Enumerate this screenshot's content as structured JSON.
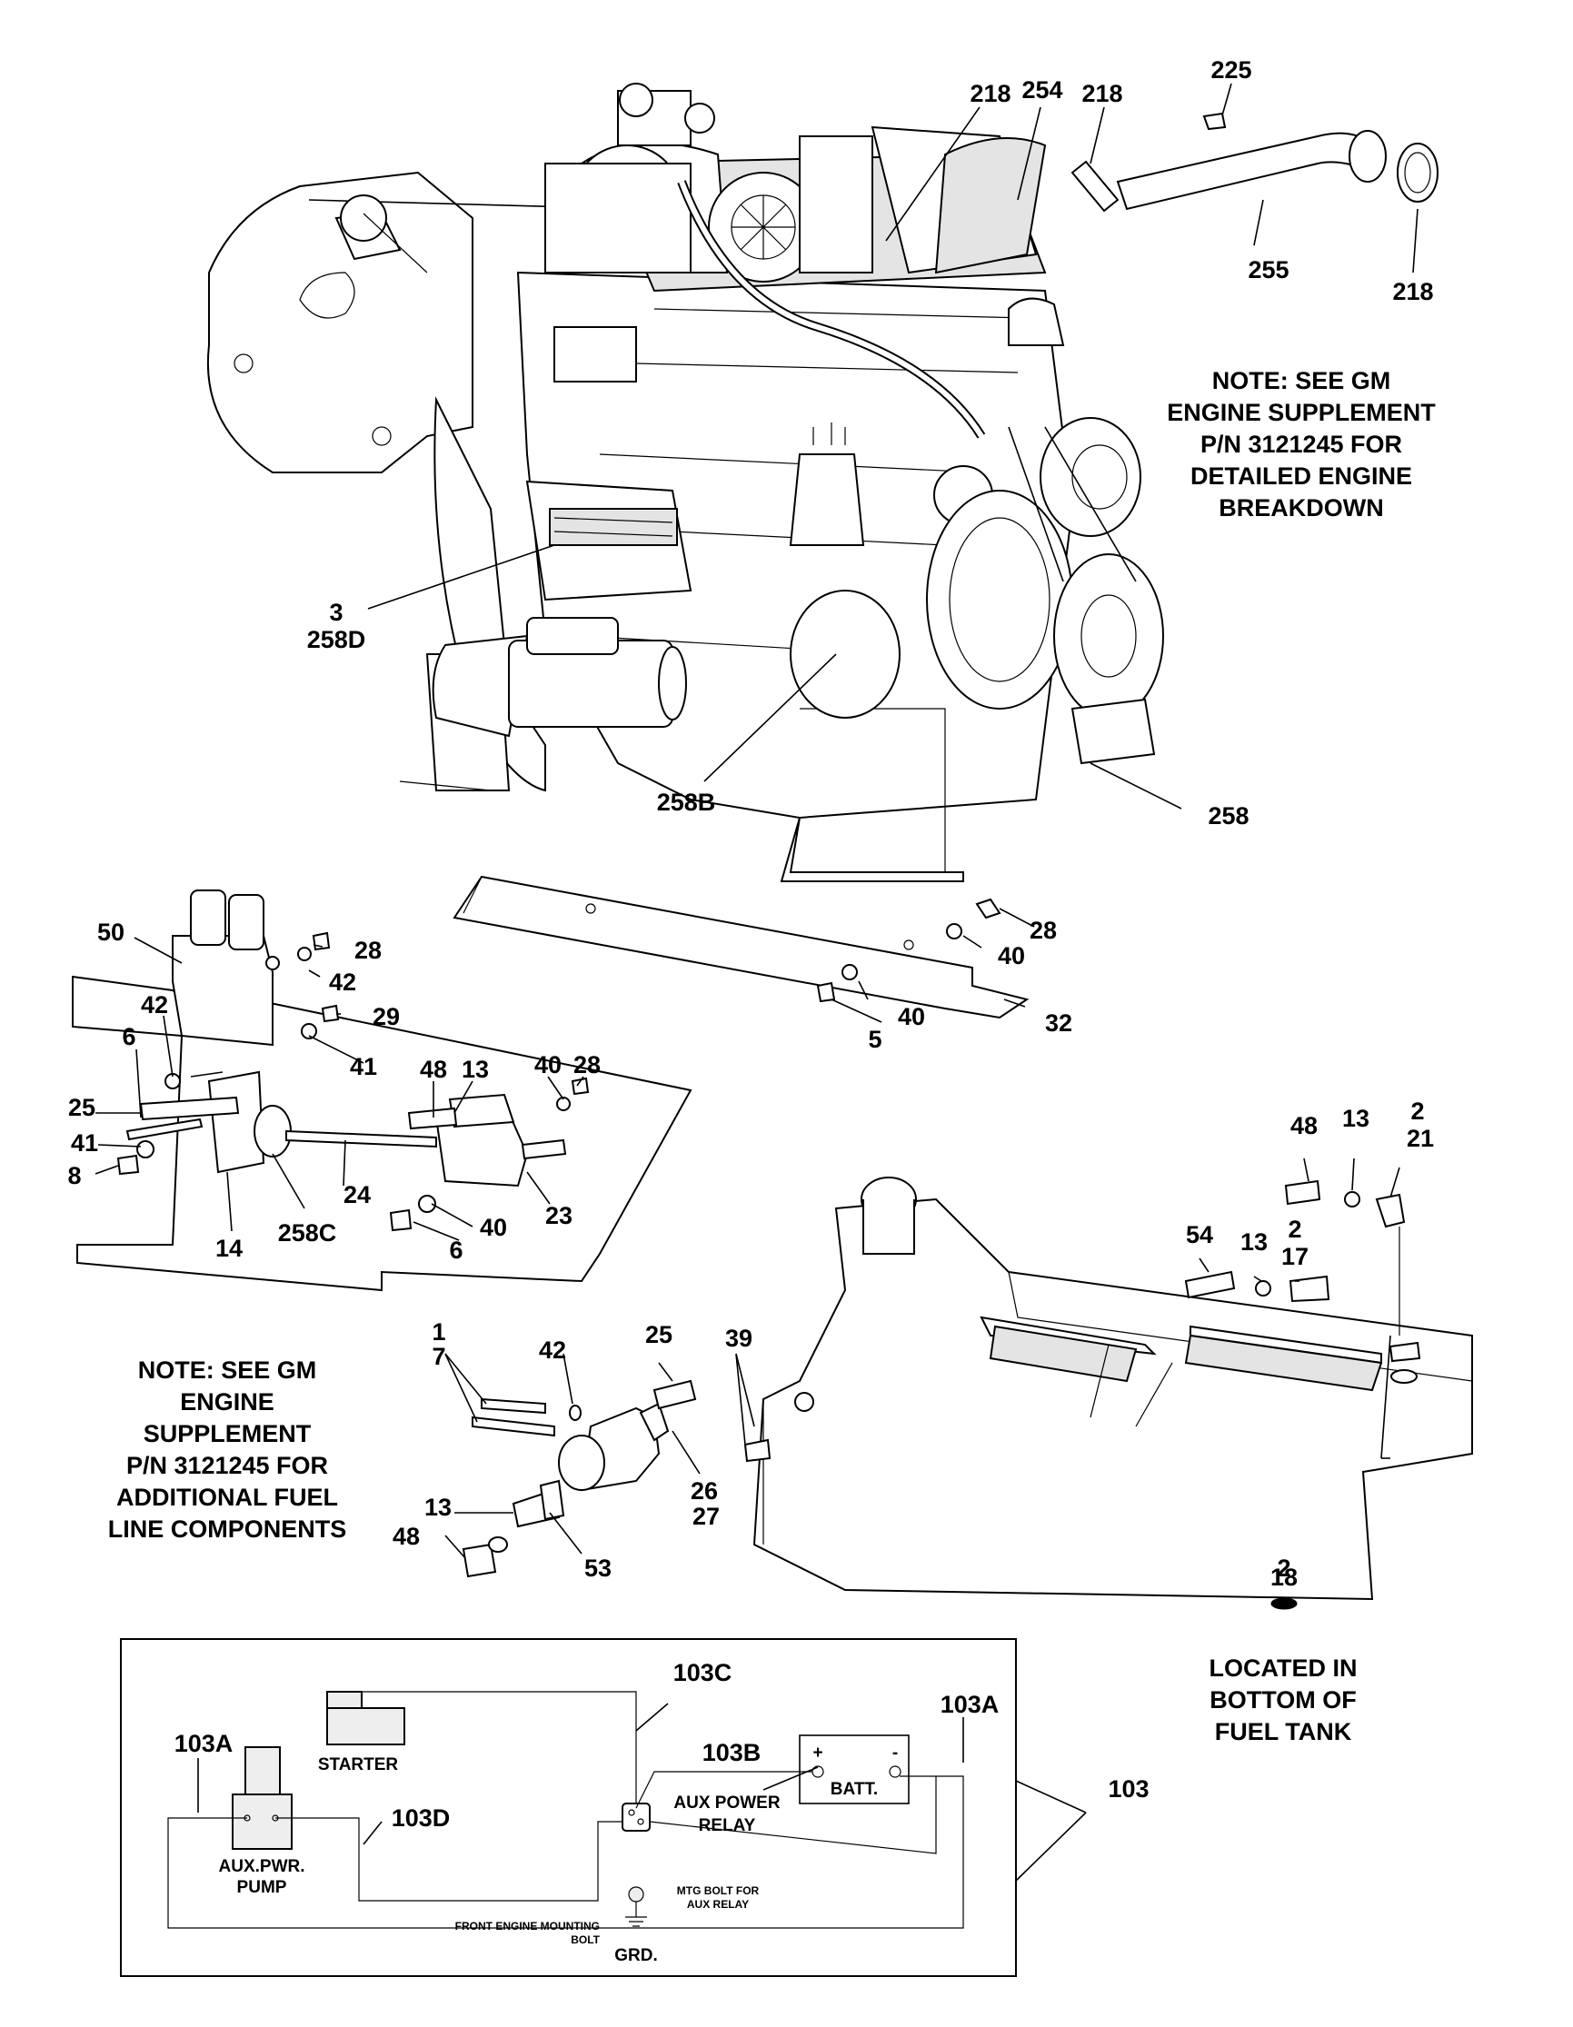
{
  "callouts": [
    {
      "id": "c225",
      "text": "225"
    },
    {
      "id": "c218a",
      "text": "218"
    },
    {
      "id": "c254",
      "text": "254"
    },
    {
      "id": "c218b",
      "text": "218"
    },
    {
      "id": "c255",
      "text": "255"
    },
    {
      "id": "c218c",
      "text": "218"
    },
    {
      "id": "c3",
      "text": "3"
    },
    {
      "id": "c258D",
      "text": "258D"
    },
    {
      "id": "c258B",
      "text": "258B"
    },
    {
      "id": "c258",
      "text": "258"
    },
    {
      "id": "c28a",
      "text": "28"
    },
    {
      "id": "c40a",
      "text": "40"
    },
    {
      "id": "c32",
      "text": "32"
    },
    {
      "id": "c40b",
      "text": "40"
    },
    {
      "id": "c5",
      "text": "5"
    },
    {
      "id": "c50",
      "text": "50"
    },
    {
      "id": "c28b",
      "text": "28"
    },
    {
      "id": "c42a",
      "text": "42"
    },
    {
      "id": "c42b",
      "text": "42"
    },
    {
      "id": "c6a",
      "text": "6"
    },
    {
      "id": "c29",
      "text": "29"
    },
    {
      "id": "c41a",
      "text": "41"
    },
    {
      "id": "c48a",
      "text": "48"
    },
    {
      "id": "c13a",
      "text": "13"
    },
    {
      "id": "c40c",
      "text": "40"
    },
    {
      "id": "c28c",
      "text": "28"
    },
    {
      "id": "c25a",
      "text": "25"
    },
    {
      "id": "c41b",
      "text": "41"
    },
    {
      "id": "c8",
      "text": "8"
    },
    {
      "id": "c24",
      "text": "24"
    },
    {
      "id": "c14",
      "text": "14"
    },
    {
      "id": "c258C",
      "text": "258C"
    },
    {
      "id": "c40d",
      "text": "40"
    },
    {
      "id": "c6b",
      "text": "6"
    },
    {
      "id": "c23",
      "text": "23"
    },
    {
      "id": "c48b",
      "text": "48"
    },
    {
      "id": "c13b",
      "text": "13"
    },
    {
      "id": "c2a",
      "text": "2"
    },
    {
      "id": "c21",
      "text": "21"
    },
    {
      "id": "c54",
      "text": "54"
    },
    {
      "id": "c13c",
      "text": "13"
    },
    {
      "id": "c2b",
      "text": "2"
    },
    {
      "id": "c17",
      "text": "17"
    },
    {
      "id": "c1",
      "text": "1"
    },
    {
      "id": "c7",
      "text": "7"
    },
    {
      "id": "c42c",
      "text": "42"
    },
    {
      "id": "c25b",
      "text": "25"
    },
    {
      "id": "c39",
      "text": "39"
    },
    {
      "id": "c26",
      "text": "26"
    },
    {
      "id": "c27",
      "text": "27"
    },
    {
      "id": "c13d",
      "text": "13"
    },
    {
      "id": "c48c",
      "text": "48"
    },
    {
      "id": "c53",
      "text": "53"
    },
    {
      "id": "c2c",
      "text": "2"
    },
    {
      "id": "c18",
      "text": "18"
    },
    {
      "id": "c103C",
      "text": "103C"
    },
    {
      "id": "c103A_l",
      "text": "103A"
    },
    {
      "id": "c103A_r",
      "text": "103A"
    },
    {
      "id": "c103B",
      "text": "103B"
    },
    {
      "id": "c103D",
      "text": "103D"
    },
    {
      "id": "c103",
      "text": "103"
    }
  ],
  "notes": {
    "engine_note": [
      "NOTE: SEE GM",
      "ENGINE SUPPLEMENT",
      "P/N 3121245 FOR",
      "DETAILED ENGINE",
      "BREAKDOWN"
    ],
    "fuel_note": [
      "NOTE: SEE GM",
      "ENGINE",
      "SUPPLEMENT",
      "P/N 3121245 FOR",
      "ADDITIONAL FUEL",
      "LINE COMPONENTS"
    ],
    "tank_note": [
      "LOCATED IN",
      "BOTTOM OF",
      "FUEL TANK"
    ]
  },
  "wiring": {
    "starter": "STARTER",
    "aux_pump": [
      "AUX.PWR.",
      "PUMP"
    ],
    "aux_relay": [
      "AUX POWER",
      "RELAY"
    ],
    "battery": "BATT.",
    "plus": "+",
    "minus": "-",
    "mtg_bolt": [
      "MTG BOLT FOR",
      "AUX RELAY"
    ],
    "front_bolt": [
      "FRONT ENGINE MOUNTING",
      "BOLT"
    ],
    "ground": "GRD."
  }
}
